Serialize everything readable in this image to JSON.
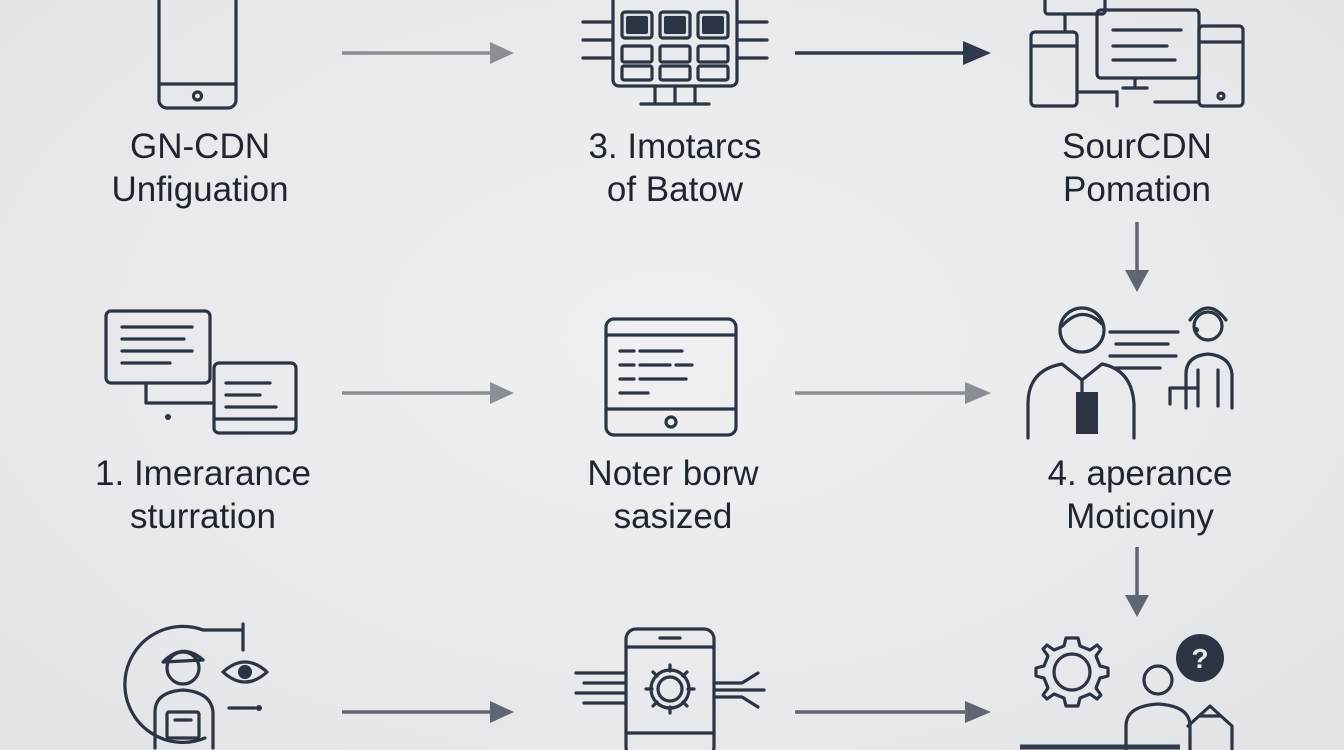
{
  "nodes": {
    "n1": {
      "line1": "GN-CDN",
      "line2": "Unfiguation"
    },
    "n2": {
      "line1": "3. Imotarcs",
      "line2": "of Batow"
    },
    "n3": {
      "line1": "SourCDN",
      "line2": "Pomation"
    },
    "n4": {
      "line1": "1. Imerarance",
      "line2": "sturration"
    },
    "n5": {
      "line1": "Noter borw",
      "line2": "sasized"
    },
    "n6": {
      "line1": "4. aperance",
      "line2": "Moticoiny"
    }
  },
  "icons": [
    "smartphone-icon",
    "circuit-chip-icon",
    "devices-network-icon",
    "dual-screens-icon",
    "tablet-list-icon",
    "people-presentation-icon",
    "person-eye-scan-icon",
    "phone-gear-icon",
    "gear-people-question-icon"
  ],
  "colors": {
    "background": "#e8eaed",
    "ink": "#2b3442",
    "arrow_light": "#8a8f96",
    "arrow_dark": "#2f3a4a",
    "question_badge": "#2b3442"
  }
}
